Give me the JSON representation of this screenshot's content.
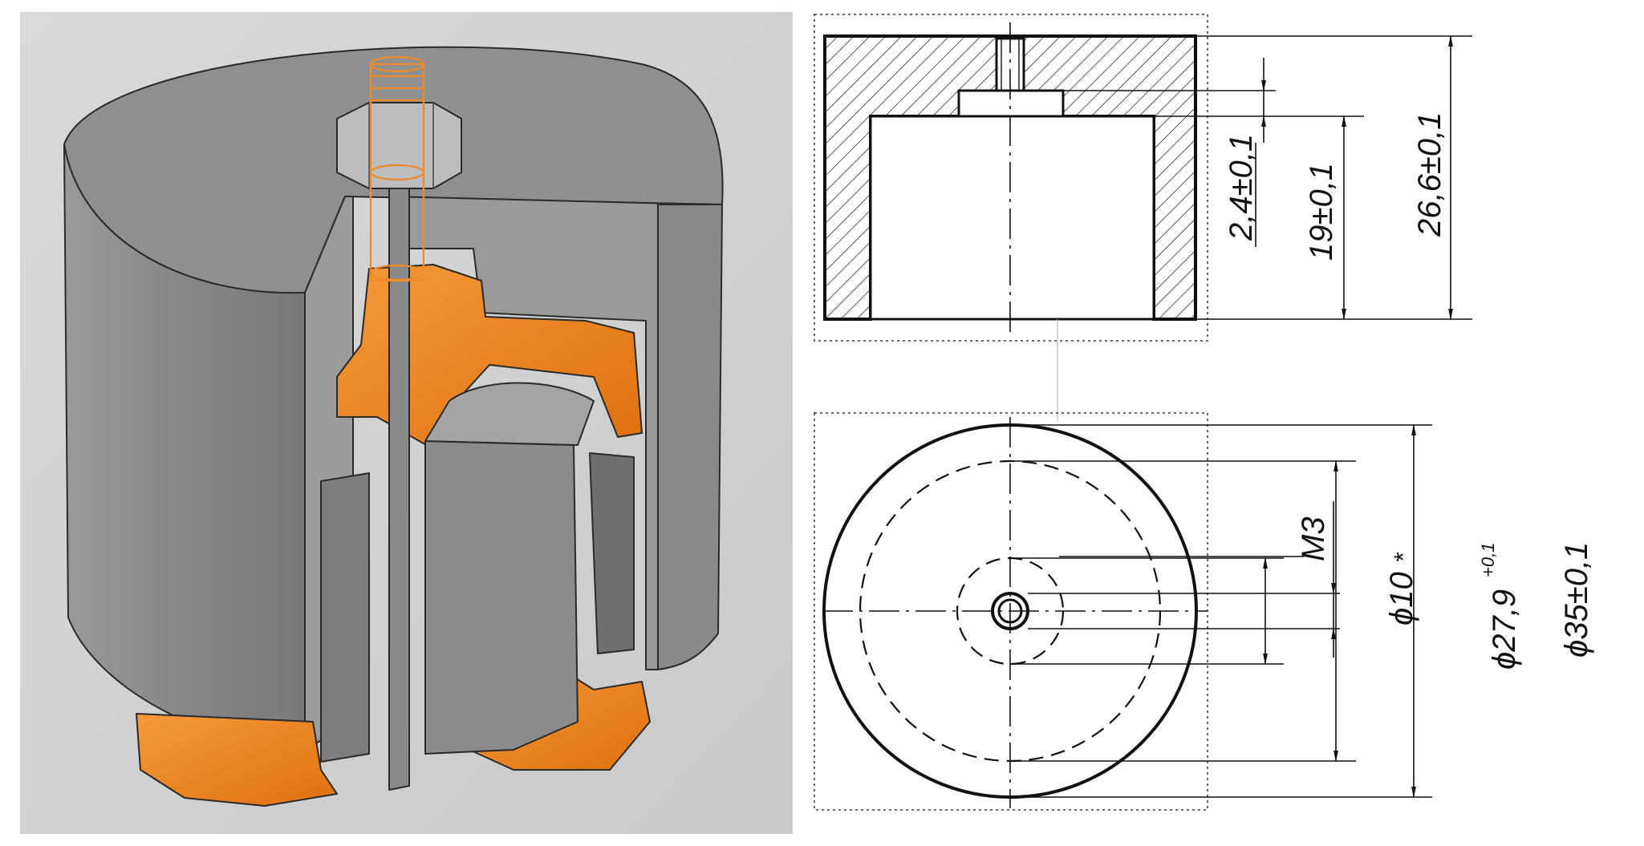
{
  "dimensions": {
    "dim_step": "2,4±0,1",
    "dim_bore_depth": "19±0,1",
    "dim_total_height": "26,6±0,1",
    "thread": "M3",
    "dia_hub": "ϕ10",
    "dia_hub_mark": "*",
    "dia_bore": "ϕ27,9",
    "dia_bore_tol": "+0,1",
    "dia_outer": "ϕ35±0,1"
  },
  "colors": {
    "cad_background": "#d3d4d5",
    "body_gray": "#8a8a8a",
    "accent_orange": "#f07d16",
    "hatch": "#222222"
  },
  "icons": [
    "3d-cutaway-model",
    "section-view-drawing",
    "top-view-drawing"
  ]
}
